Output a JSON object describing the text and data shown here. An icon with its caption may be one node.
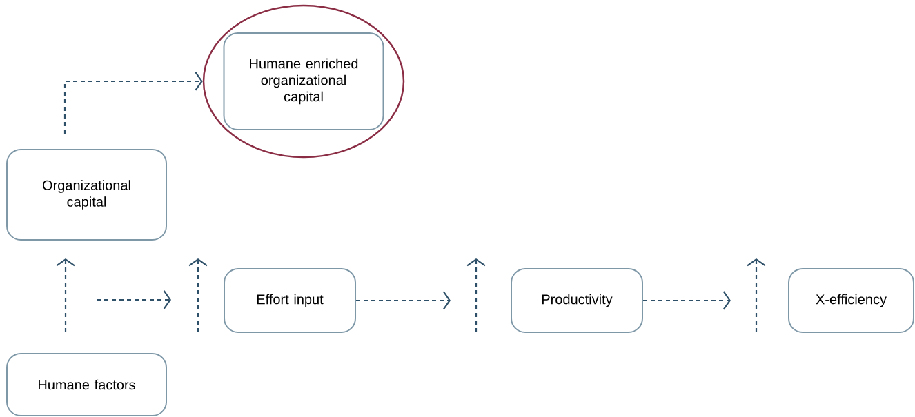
{
  "diagram": {
    "nodes": [
      {
        "text": [],
        "shape": "circle"
      },
      {
        "text": [
          "Humane enriched organizational capital"
        ],
        "in": 0
      },
      {
        "text": [
          "Organizational capital"
        ]
      },
      {
        "text": [
          "Effort input"
        ]
      },
      {
        "text": [
          "Productivity"
        ]
      },
      {
        "text": [
          "X-efficiency"
        ]
      },
      {
        "text": [
          "Humane factors"
        ]
      }
    ],
    "edges": [
      {
        "from": 2,
        "to": 0,
        "arrow": "to",
        "style": "dashed"
      },
      {
        "from": 3,
        "to": null,
        "arrow": "to",
        "style": "dashed"
      },
      {
        "from": 4,
        "to": null,
        "arrow": "to",
        "style": "dashed"
      }
    ]
  }
}
